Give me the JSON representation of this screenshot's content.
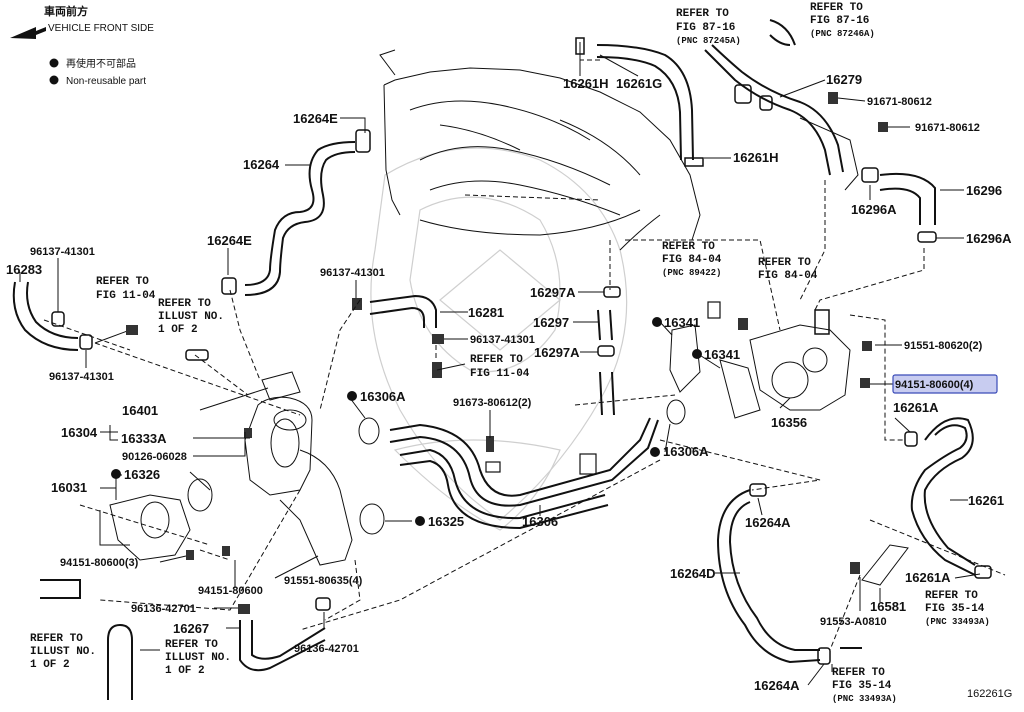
{
  "legend": {
    "front_jp": "車両前方",
    "front_en": "VEHICLE FRONT SIDE",
    "nonreuse_jp": "再使用不可部品",
    "nonreuse_en": "Non-reusable part"
  },
  "figure_code": "162261G",
  "highlighted_part": "94151-80600(4)",
  "highlight_color": "#c8ccf0",
  "parts": {
    "p16261H_top": "16261H",
    "p16261G": "16261G",
    "p16279": "16279",
    "p91671_a": "91671-80612",
    "p91671_b": "91671-80612",
    "p16264E_top": "16264E",
    "p16264": "16264",
    "p16261H_mid": "16261H",
    "p16296": "16296",
    "p16296A_a": "16296A",
    "p16296A_b": "16296A",
    "p16264E_low": "16264E",
    "p96137_a": "96137-41301",
    "p16283": "16283",
    "p96137_b": "96137-41301",
    "p16281": "16281",
    "p96137_c": "96137-41301",
    "p96137_d": "96137-41301",
    "p16297A_a": "16297A",
    "p16297": "16297",
    "p16297A_b": "16297A",
    "p16341_a": "16341",
    "p16341_b": "16341",
    "p91551_a": "91551-80620(2)",
    "p16401": "16401",
    "p16306A_a": "16306A",
    "p16304": "16304",
    "p16333A": "16333A",
    "p90126": "90126-06028",
    "p91673": "91673-80612(2)",
    "p16356": "16356",
    "p16261A_a": "16261A",
    "p16306A_b": "16306A",
    "p16031": "16031",
    "p16326": "16326",
    "p16325": "16325",
    "p16306": "16306",
    "p16261": "16261",
    "p16264A_a": "16264A",
    "p94151_a": "94151-80600(3)",
    "p94151_b": "94151-80600",
    "p91551_b": "91551-80635(4)",
    "p16264D": "16264D",
    "p16261A_b": "16261A",
    "p96136_a": "96136-42701",
    "p16267": "16267",
    "p16581": "16581",
    "p91553": "91553-A0810",
    "p96136_b": "96136-42701",
    "p16264A_b": "16264A"
  },
  "refs": {
    "r1_a": "REFER TO",
    "r1_b": "FIG 87-16",
    "r1_c": "(PNC 87245A)",
    "r2_a": "REFER TO",
    "r2_b": "FIG 87-16",
    "r2_c": "(PNC 87246A)",
    "r3_a": "REFER TO",
    "r3_b": "FIG 84-04",
    "r3_c": "(PNC 89422)",
    "r4_a": "REFER TO",
    "r4_b": "FIG 84-04",
    "r5_a": "REFER TO",
    "r5_b": "FIG 11-04",
    "r6_a": "REFER TO",
    "r6_b": "ILLUST NO.",
    "r6_c": "1 OF 2",
    "r7_a": "REFER TO",
    "r7_b": "FIG 11-04",
    "r8_a": "REFER TO",
    "r8_b": "FIG 35-14",
    "r8_c": "(PNC 33493A)",
    "r9_a": "REFER TO",
    "r9_b": "ILLUST NO.",
    "r9_c": "1 OF 2",
    "r10_a": "REFER TO",
    "r10_b": "ILLUST NO.",
    "r10_c": "1 OF 2",
    "r11_a": "REFER TO",
    "r11_b": "FIG 35-14",
    "r11_c": "(PNC 33493A)"
  }
}
